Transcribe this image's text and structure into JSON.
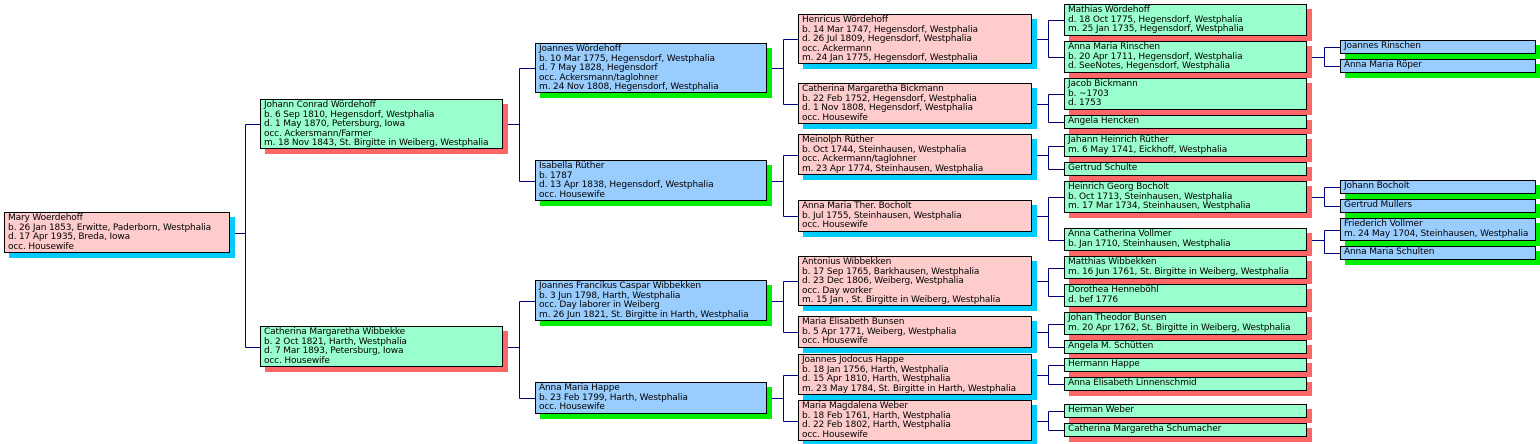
{
  "title": "Pedigree chart",
  "colors": {
    "gen_pink_fill": "#ffcccc",
    "gen_pink_shadow": "#00ccff",
    "gen_green_fill": "#99ffcc",
    "gen_green_shadow": "#ff6666",
    "gen_blue_fill": "#99ccff",
    "gen_blue_shadow": "#00ee00",
    "connector": "#000080"
  },
  "people": {
    "p1": [
      "Mary Woerdehoff",
      "b. 26 Jan 1853, Erwitte, Paderborn, Westphalia",
      "d. 17 Apr 1935, Breda, Iowa",
      "occ. Housewife"
    ],
    "p2": [
      "Johann Conrad Wördehoff",
      "b. 6 Sep 1810, Hegensdorf, Westphalia",
      "d. 1 May 1870, Petersburg, Iowa",
      "occ. Ackersmann/Farmer",
      "m. 18 Nov 1843, St. Birgitte in Weiberg, Westphalia"
    ],
    "p3": [
      "Catherina Margaretha Wibbekke",
      "b. 2 Oct 1821, Harth, Westphalia",
      "d. 7 Mar 1893, Petersburg, Iowa",
      "occ. Housewife"
    ],
    "p4": [
      "Joannes Wördehoff",
      "b. 10 Mar 1775, Hegensdorf, Westphalia",
      "d. 7 May 1828, Hegensdorf",
      "occ. Ackersmann/taglohner",
      "m. 24 Nov 1808, Hegensdorf, Westphalia"
    ],
    "p5": [
      "Isabella Rüther",
      "b. 1787",
      "d. 13 Apr 1838, Hegensdorf, Westphalia",
      "occ. Housewife"
    ],
    "p6": [
      "Joannes Francikus Caspar Wibbekken",
      "b. 3 Jun 1798, Harth, Westphalia",
      "occ. Day laborer in Weiberg",
      "m. 26 Jun 1821, St. Birgitte in Harth, Westphalia"
    ],
    "p7": [
      "Anna Maria Happe",
      "b. 23 Feb 1799, Harth, Westphalia",
      "occ. Housewife"
    ],
    "p8": [
      "Henricus Wördehoff",
      "b. 14 Mar 1747, Hegensdorf, Westphalia",
      "d. 26 Jul 1809, Hegensdorf, Westphalia",
      "occ. Ackermann",
      "m. 24 Jan 1775, Hegensdorf, Westphalia"
    ],
    "p9": [
      "Catherina Margaretha Bickmann",
      "b. 22 Feb 1752, Hegensdorf, Westphalia",
      "d. 1 Nov 1808, Hegensdorf, Westphalia",
      "occ. Housewife"
    ],
    "p10": [
      "Meinolph Rüther",
      "b. Oct 1744, Steinhausen, Westphalia",
      "occ. Ackermann/taglohner",
      "m. 23 Apr 1774, Steinhausen, Westphalia"
    ],
    "p11": [
      "Anna Maria Ther. Bocholt",
      "b. Jul 1755, Steinhausen, Westphalia",
      "occ. Housewife"
    ],
    "p12": [
      "Antonius Wibbekken",
      "b. 17 Sep 1765, Barkhausen, Westphalia",
      "d. 23 Dec 1806, Weiberg, Westphalia",
      "occ. Day worker",
      "m. 15 Jan , St. Birgitte in Weiberg, Westphalia"
    ],
    "p13": [
      "Maria Elisabeth Bunsen",
      "b. 5 Apr 1771, Weiberg, Westphalia",
      "occ. Housewife"
    ],
    "p14": [
      "Joannes Jodocus Happe",
      "b. 18 Jan 1756, Harth, Westphalia",
      "d. 15 Apr 1810, Harth, Westphalia",
      "m. 23 May 1784, St. Birgitte in Harth, Westphalia"
    ],
    "p15": [
      "Maria Magdalena Weber",
      "b. 18 Feb 1761, Harth, Westphalia",
      "d. 22 Feb 1802, Harth, Westphalia",
      "occ. Housewife"
    ],
    "p16": [
      "Mathias Wördehoff",
      "d. 18 Oct 1775, Hegensdorf, Westphalia",
      "m. 25 Jan 1735, Hegensdorf, Westphalia"
    ],
    "p17": [
      "Anna Maria Rinschen",
      "b. 20 Apr 1711, Hegensdorf, Westphalia",
      "d. SeeNotes, Hegensdorf, Westphalia"
    ],
    "p18": [
      "Jacob Bickmann",
      "b. ~1703",
      "d. 1753"
    ],
    "p19": [
      "Angela Hencken"
    ],
    "p20": [
      "Jahann Heinrich Rüther",
      "m. 6 May 1741, Eickhoff, Westphalia"
    ],
    "p21": [
      "Gertrud Schulte"
    ],
    "p22": [
      "Heinrich Georg Bocholt",
      "b. Oct 1713, Steinhausen, Westphalia",
      "m. 17 Mar 1734, Steinhausen, Westphalia"
    ],
    "p23": [
      "Anna Catherina Vollmer",
      "b. Jan 1710, Steinhausen, Westphalia"
    ],
    "p24": [
      "Matthias Wibbekken",
      "m. 16 Jun 1761, St. Birgitte in Weiberg, Westphalia"
    ],
    "p25": [
      "Dorothea Henneböhl",
      "d. bef 1776"
    ],
    "p26": [
      "Johan Theodor Bunsen",
      "m. 20 Apr 1762, St. Birgitte in Weiberg, Westphalia"
    ],
    "p27": [
      "Angela M. Schütten"
    ],
    "p28": [
      "Hermann Happe"
    ],
    "p29": [
      "Anna Elisabeth Linnenschmid"
    ],
    "p30": [
      "Herman Weber"
    ],
    "p31": [
      "Catherina Margaretha Schumacher"
    ],
    "p34": [
      "Joannes Rinschen"
    ],
    "p35": [
      "Anna Maria Röper"
    ],
    "p44": [
      "Johann Bocholt"
    ],
    "p45": [
      "Gertrud Mullers"
    ],
    "p46": [
      "Friederich Vollmer",
      "m. 24 May 1704, Steinhausen, Westphalia"
    ],
    "p47": [
      "Anna Maria Schulten"
    ]
  },
  "relations": [
    {
      "child": "p1",
      "father": "p2",
      "mother": "p3"
    },
    {
      "child": "p2",
      "father": "p4",
      "mother": "p5"
    },
    {
      "child": "p3",
      "father": "p6",
      "mother": "p7"
    },
    {
      "child": "p4",
      "father": "p8",
      "mother": "p9"
    },
    {
      "child": "p5",
      "father": "p10",
      "mother": "p11"
    },
    {
      "child": "p6",
      "father": "p12",
      "mother": "p13"
    },
    {
      "child": "p7",
      "father": "p14",
      "mother": "p15"
    },
    {
      "child": "p8",
      "father": "p16",
      "mother": "p17"
    },
    {
      "child": "p9",
      "father": "p18",
      "mother": "p19"
    },
    {
      "child": "p10",
      "father": "p20",
      "mother": "p21"
    },
    {
      "child": "p11",
      "father": "p22",
      "mother": "p23"
    },
    {
      "child": "p12",
      "father": "p24",
      "mother": "p25"
    },
    {
      "child": "p13",
      "father": "p26",
      "mother": "p27"
    },
    {
      "child": "p14",
      "father": "p28",
      "mother": "p29"
    },
    {
      "child": "p15",
      "father": "p30",
      "mother": "p31"
    },
    {
      "child": "p17",
      "father": "p34",
      "mother": "p35"
    },
    {
      "child": "p22",
      "father": "p44",
      "mother": "p45"
    },
    {
      "child": "p23",
      "father": "p46",
      "mother": "p47"
    }
  ]
}
